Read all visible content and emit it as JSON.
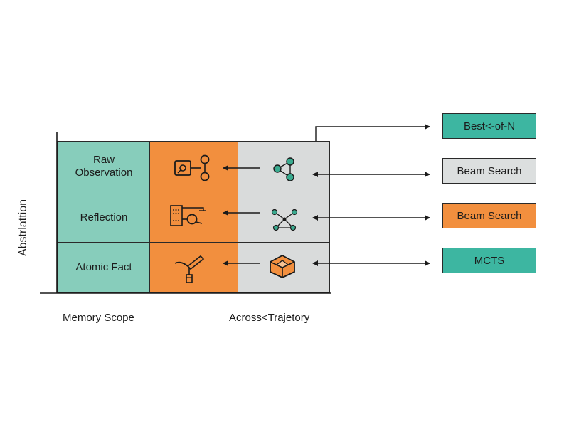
{
  "rows": [
    {
      "label_line1": "Raw",
      "label_line2": "Observation"
    },
    {
      "label_line1": "Reflection",
      "label_line2": ""
    },
    {
      "label_line1": "Atomic Fact",
      "label_line2": ""
    }
  ],
  "strategies": [
    {
      "label": "Best<-of-N",
      "color": "#3db6a1"
    },
    {
      "label": "Beam Search",
      "color": "#dcdfdf"
    },
    {
      "label": "Beam Search",
      "color": "#f28f3e"
    },
    {
      "label": "MCTS",
      "color": "#3db6a1"
    }
  ],
  "axes": {
    "y_label": "Abstrlattion",
    "x_label_left": "Memory Scope",
    "x_label_right": "Across<Trajetory"
  },
  "colors": {
    "teal_cell": "#87cdbb",
    "orange_cell": "#f28f3e",
    "gray_cell": "#d9dbdb",
    "icon_teal": "#3aaa8f",
    "icon_orange": "#f28f3e",
    "line": "#1a1a1a"
  },
  "icons": {
    "row1_orange": "image-graph-icon",
    "row1_gray": "node-graph-icon",
    "row2_orange": "document-magnifier-icon",
    "row2_gray": "network-graph-icon",
    "row3_orange": "pen-sprout-icon",
    "row3_gray": "cube-icon"
  }
}
